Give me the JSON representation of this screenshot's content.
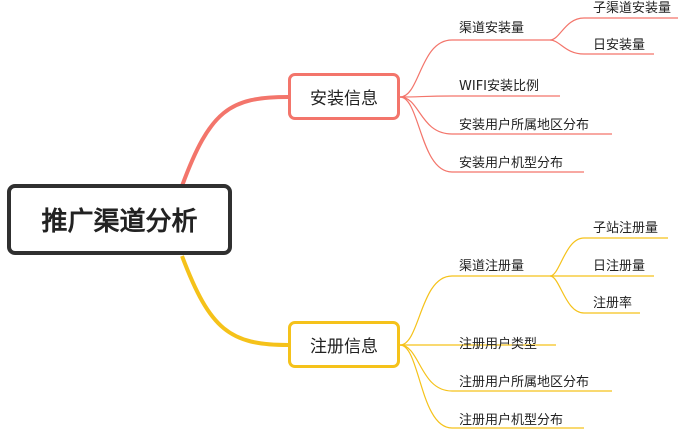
{
  "root": {
    "label": "推广渠道分析"
  },
  "colors": {
    "install": "#f3756b",
    "register": "#f5c21a"
  },
  "branches": [
    {
      "label": "安装信息",
      "items": [
        {
          "label": "渠道安装量",
          "children": [
            "子渠道安装量",
            "日安装量"
          ]
        },
        {
          "label": "WIFI安装比例"
        },
        {
          "label": "安装用户所属地区分布"
        },
        {
          "label": "安装用户机型分布"
        }
      ]
    },
    {
      "label": "注册信息",
      "items": [
        {
          "label": "渠道注册量",
          "children": [
            "子站注册量",
            "日注册量",
            "注册率"
          ]
        },
        {
          "label": "注册用户类型"
        },
        {
          "label": "注册用户所属地区分布"
        },
        {
          "label": "注册用户机型分布"
        }
      ]
    }
  ]
}
